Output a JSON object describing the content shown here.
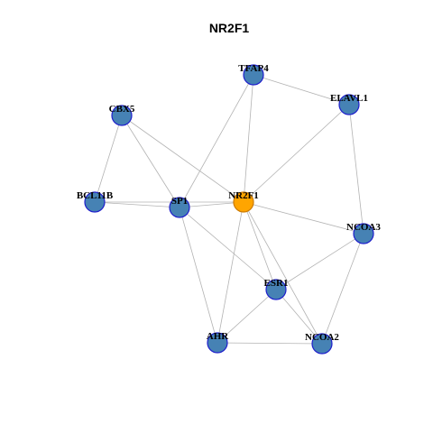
{
  "title": "NR2F1",
  "colors": {
    "node_fill": "#4682b4",
    "node_stroke": "#1f1fcc",
    "center_fill": "#ffa500",
    "center_stroke": "#cc7a00",
    "edge": "#b3b3b3"
  },
  "nodes": [
    {
      "id": "NR2F1",
      "label": "NR2F1",
      "center": true
    },
    {
      "id": "TFAP4",
      "label": "TFAP4"
    },
    {
      "id": "ELAVL1",
      "label": "ELAVL1"
    },
    {
      "id": "CBX5",
      "label": "CBX5"
    },
    {
      "id": "BCL11B",
      "label": "BCL11B"
    },
    {
      "id": "SP1",
      "label": "SP1"
    },
    {
      "id": "NCOA3",
      "label": "NCOA3"
    },
    {
      "id": "ESR1",
      "label": "ESR1"
    },
    {
      "id": "AHR",
      "label": "AHR"
    },
    {
      "id": "NCOA2",
      "label": "NCOA2"
    }
  ],
  "edges": [
    [
      "TFAP4",
      "ELAVL1"
    ],
    [
      "TFAP4",
      "NR2F1"
    ],
    [
      "TFAP4",
      "SP1"
    ],
    [
      "ELAVL1",
      "NR2F1"
    ],
    [
      "ELAVL1",
      "NCOA3"
    ],
    [
      "CBX5",
      "BCL11B"
    ],
    [
      "CBX5",
      "SP1"
    ],
    [
      "CBX5",
      "NR2F1"
    ],
    [
      "BCL11B",
      "SP1"
    ],
    [
      "BCL11B",
      "NR2F1"
    ],
    [
      "SP1",
      "NR2F1"
    ],
    [
      "SP1",
      "ESR1"
    ],
    [
      "SP1",
      "AHR"
    ],
    [
      "NR2F1",
      "NCOA3"
    ],
    [
      "NR2F1",
      "ESR1"
    ],
    [
      "NR2F1",
      "AHR"
    ],
    [
      "NR2F1",
      "NCOA2"
    ],
    [
      "NCOA3",
      "ESR1"
    ],
    [
      "NCOA3",
      "NCOA2"
    ],
    [
      "ESR1",
      "AHR"
    ],
    [
      "ESR1",
      "NCOA2"
    ],
    [
      "AHR",
      "NCOA2"
    ]
  ]
}
